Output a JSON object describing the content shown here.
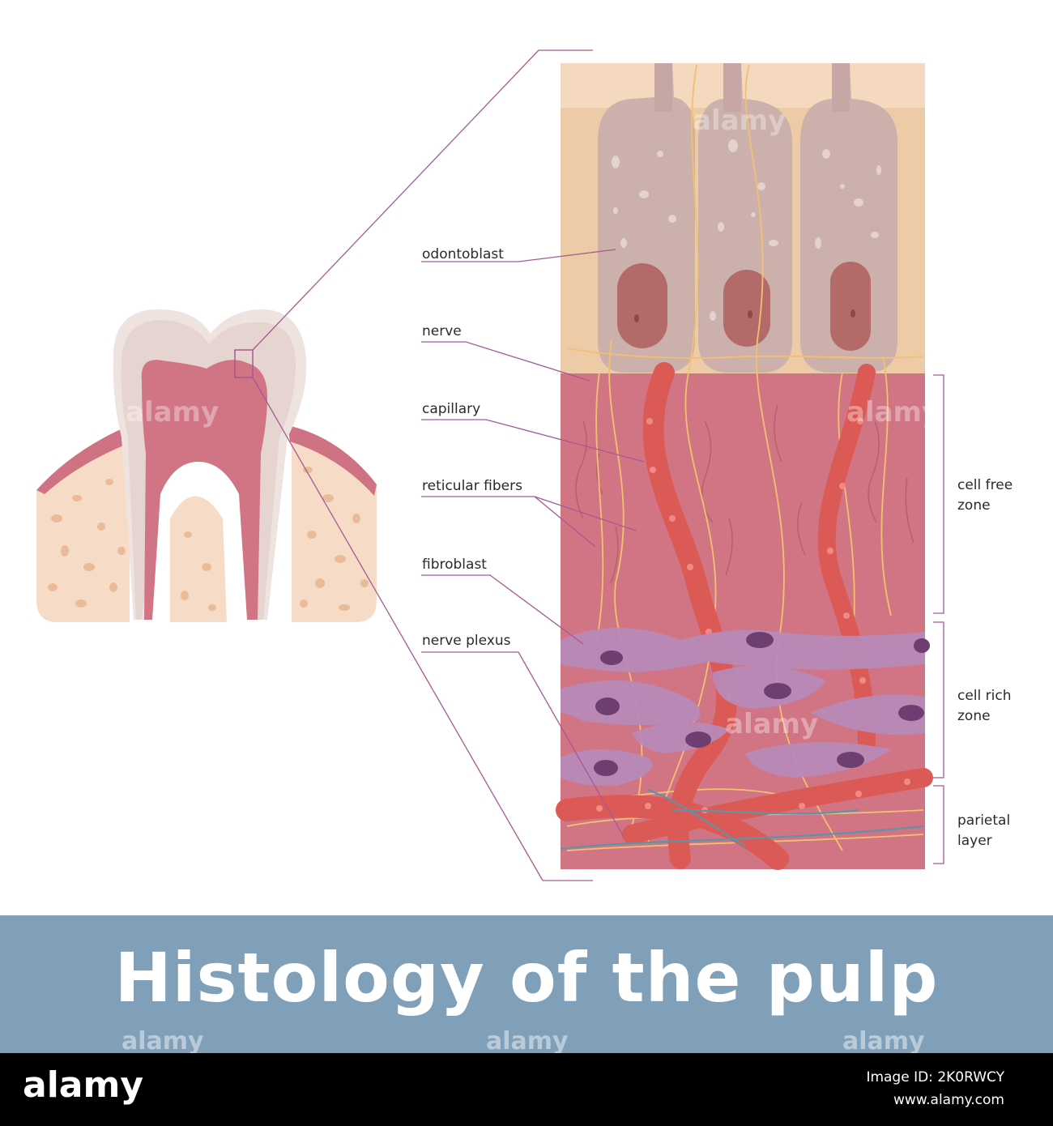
{
  "title": "Histology of the pulp",
  "labels": {
    "odontoblast": "odontoblast",
    "nerve": "nerve",
    "capillary": "capillary",
    "reticular_fibers": "reticular fibers",
    "fibroblast": "fibroblast",
    "nerve_plexus": "nerve plexus"
  },
  "zones": {
    "cell_free": [
      "cell free",
      "zone"
    ],
    "cell_rich": [
      "cell rich",
      "zone"
    ],
    "parietal": [
      "parietal",
      "layer"
    ]
  },
  "watermark": "alamy",
  "footer": {
    "brand": "alamy",
    "image_id": "Image ID: 2K0RWCY",
    "url": "www.alamy.com"
  },
  "colors": {
    "pulp": "#d17585",
    "dentin": "#eccba6",
    "predentin": "#f4d9bf",
    "odontoblast": "#c9aeab",
    "nucleus": "#b56a6a",
    "fibroblast": "#b98ab8",
    "capillary": "#dc5a55",
    "nerve": "#f1c071",
    "leader": "#a55a94",
    "banner": "#7fa0b8"
  }
}
